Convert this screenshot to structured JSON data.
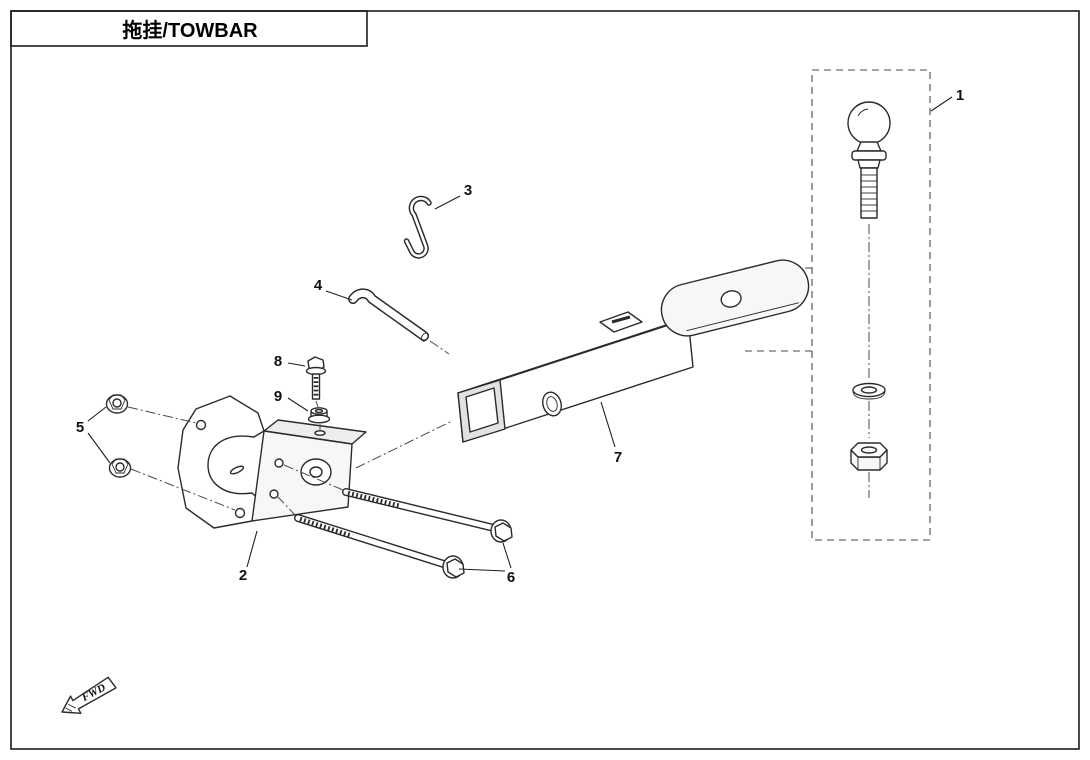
{
  "title": "拖挂/TOWBAR",
  "fwd_label": "FWD",
  "ink_color": "#1c1c1c",
  "paper_color": "#ffffff",
  "callouts": {
    "c1": "1",
    "c2": "2",
    "c3": "3",
    "c4": "4",
    "c5": "5",
    "c6": "6",
    "c7": "7",
    "c8": "8",
    "c9": "9"
  }
}
